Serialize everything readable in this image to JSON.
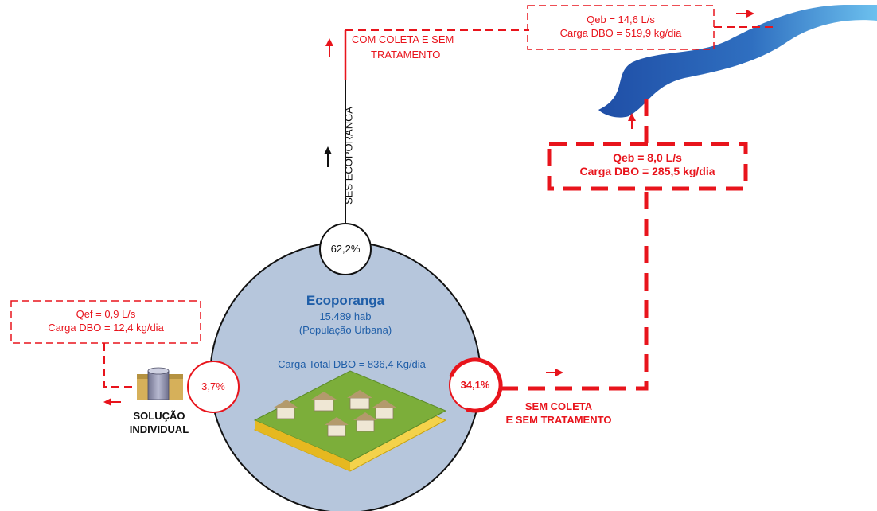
{
  "colors": {
    "red": "#e8141c",
    "blue": "#1f5ea8",
    "circle_fill": "#b6c6dc",
    "river_light": "#5db4e6",
    "river_dark": "#1f4ea6"
  },
  "city": {
    "name": "Ecoporanga",
    "population": "15.489 hab",
    "population_note": "(População Urbana)",
    "total_load": "Carga Total DBO = 836,4 Kg/dia"
  },
  "ses": {
    "label": "SES ECOPORANGA",
    "percent": "62,2%"
  },
  "collect_no_treat": {
    "label_line1": "COM COLETA E SEM",
    "label_line2": "TRATAMENTO",
    "flow": "Qeb = 14,6 L/s",
    "load": "Carga DBO = 519,9 kg/dia"
  },
  "no_collect": {
    "percent": "34,1%",
    "label_line1": "SEM COLETA",
    "label_line2": "E SEM TRATAMENTO",
    "flow": "Qeb = 8,0 L/s",
    "load": "Carga DBO = 285,5 kg/dia"
  },
  "individual": {
    "percent": "3,7%",
    "label_line1": "SOLUÇÃO",
    "label_line2": "INDIVIDUAL",
    "flow": "Qef = 0,9 L/s",
    "load": "Carga DBO = 12,4 kg/dia"
  }
}
